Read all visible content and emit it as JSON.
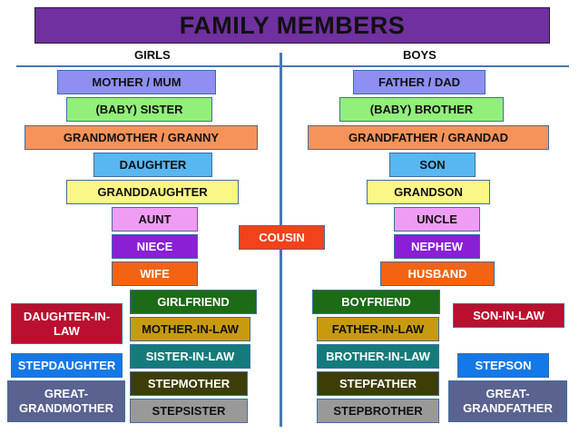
{
  "title": "FAMILY MEMBERS",
  "headers": {
    "girls": "GIRLS",
    "boys": "BOYS"
  },
  "girls": {
    "mother": "MOTHER / MUM",
    "sister": "(BABY) SISTER",
    "grandmother": "GRANDMOTHER / GRANNY",
    "daughter": "DAUGHTER",
    "granddaughter": "GRANDDAUGHTER",
    "aunt": "AUNT",
    "niece": "NIECE",
    "wife": "WIFE",
    "girlfriend": "GIRLFRIEND",
    "daughter_in_law": "DAUGHTER-IN-LAW",
    "mother_in_law": "MOTHER-IN-LAW",
    "sister_in_law": "SISTER-IN-LAW",
    "stepdaughter": "STEPDAUGHTER",
    "stepmother": "STEPMOTHER",
    "great_grandmother": "GREAT-GRANDMOTHER",
    "stepsister": "STEPSISTER"
  },
  "center": {
    "cousin": "COUSIN"
  },
  "boys": {
    "father": "FATHER / DAD",
    "brother": "(BABY) BROTHER",
    "grandfather": "GRANDFATHER / GRANDAD",
    "son": "SON",
    "grandson": "GRANDSON",
    "uncle": "UNCLE",
    "nephew": "NEPHEW",
    "husband": "HUSBAND",
    "boyfriend": "BOYFRIEND",
    "son_in_law": "SON-IN-LAW",
    "father_in_law": "FATHER-IN-LAW",
    "brother_in_law": "BROTHER-IN-LAW",
    "stepson": "STEPSON",
    "stepfather": "STEPFATHER",
    "great_grandfather": "GREAT-GRANDFATHER",
    "stepbrother": "STEPBROTHER"
  }
}
